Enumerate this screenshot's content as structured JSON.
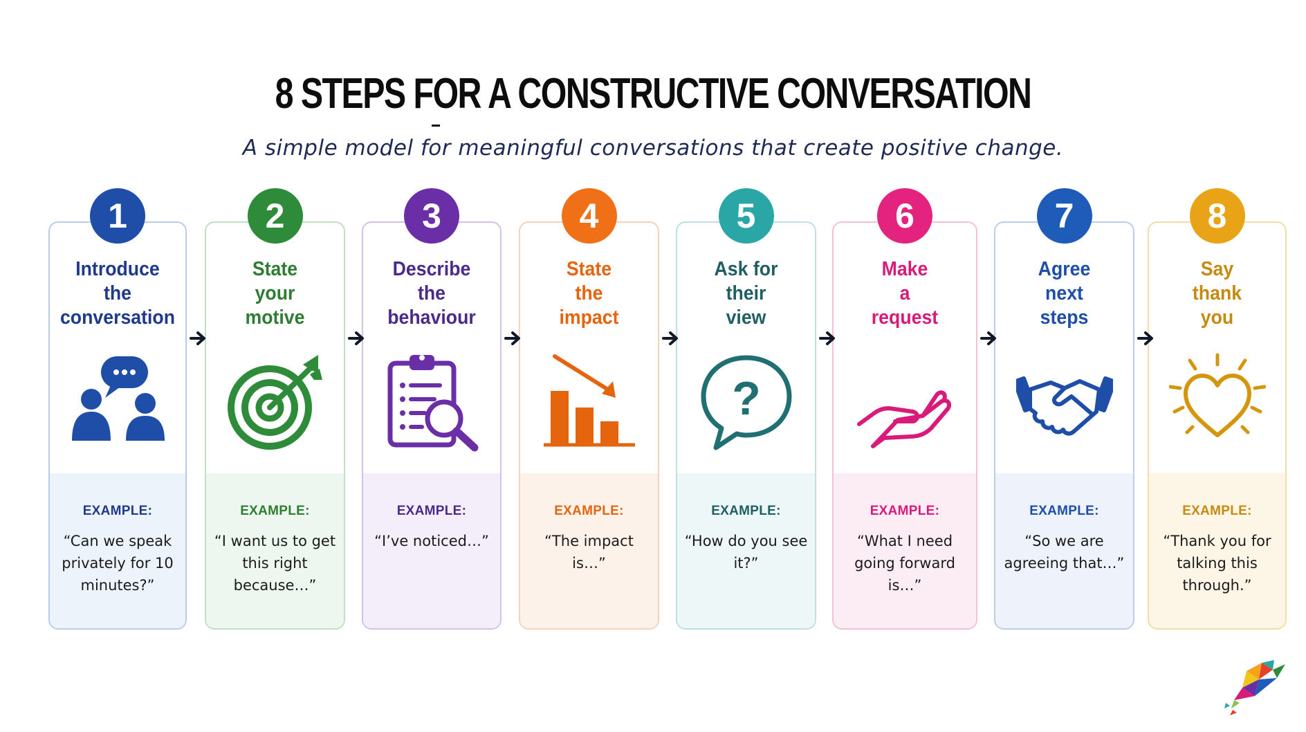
{
  "header": {
    "title": "8 STEPS FOR A CONSTRUCTIVE CONVERSATION",
    "subtitle": "A simple model for meaningful conversations that create positive change."
  },
  "steps": [
    {
      "number": "1",
      "title": [
        "Introduce",
        "the",
        "conversation"
      ],
      "example_label": "EXAMPLE:",
      "example": "“Can we speak privately for 10 minutes?”",
      "color": "#1f4ea8",
      "border": "#b9cdea",
      "tint": "#edf3fb",
      "icon": "conversation-people-icon"
    },
    {
      "number": "2",
      "title": [
        "State",
        "your",
        "motive"
      ],
      "example_label": "EXAMPLE:",
      "example": "“I want us to get this right because…”",
      "color": "#2e8b3a",
      "border": "#bfe0c4",
      "tint": "#eef7ef",
      "icon": "target-icon"
    },
    {
      "number": "3",
      "title": [
        "Describe",
        "the",
        "behaviour"
      ],
      "example_label": "EXAMPLE:",
      "example": "“I’ve noticed…”",
      "color": "#6a2fa6",
      "border": "#d3c2e6",
      "tint": "#f3eefa",
      "icon": "clipboard-search-icon"
    },
    {
      "number": "4",
      "title": [
        "State",
        "the",
        "impact"
      ],
      "example_label": "EXAMPLE:",
      "example": "“The impact is…”",
      "color": "#e5650f",
      "border": "#f6d2b8",
      "tint": "#fdf2ea",
      "icon": "declining-chart-icon"
    },
    {
      "number": "5",
      "title": [
        "Ask for",
        "their",
        "view"
      ],
      "example_label": "EXAMPLE:",
      "example": "“How do you see it?”",
      "color": "#1f6f73",
      "border": "#bfdfe0",
      "tint": "#eef7f7",
      "icon": "question-bubble-icon"
    },
    {
      "number": "6",
      "title": [
        "Make",
        "a",
        "request"
      ],
      "example_label": "EXAMPLE:",
      "example": "“What I need going forward is…”",
      "color": "#d81b7a",
      "border": "#f3c0d8",
      "tint": "#fcedf4",
      "icon": "open-hand-icon"
    },
    {
      "number": "7",
      "title": [
        "Agree",
        "next",
        "steps"
      ],
      "example_label": "EXAMPLE:",
      "example": "“So we are agreeing that…”",
      "color": "#1f4ea8",
      "border": "#bccdeb",
      "tint": "#edf2fb",
      "icon": "handshake-icon"
    },
    {
      "number": "8",
      "title": [
        "Say",
        "thank",
        "you"
      ],
      "example_label": "EXAMPLE:",
      "example": "“Thank you for talking this through.”",
      "color": "#d4950f",
      "border": "#f2dcaa",
      "tint": "#fdf6e6",
      "icon": "heart-icon"
    }
  ],
  "badge_colors": [
    "#1f4ea8",
    "#2e8b3a",
    "#6a2fa6",
    "#f07018",
    "#2aa6a6",
    "#e4237f",
    "#1f5bb8",
    "#e8a317"
  ],
  "title_colors": [
    "#1f3a8a",
    "#2e7d32",
    "#4a2a8a",
    "#e5650f",
    "#1f5f63",
    "#d81b7a",
    "#1f4ea8",
    "#c68a10"
  ]
}
